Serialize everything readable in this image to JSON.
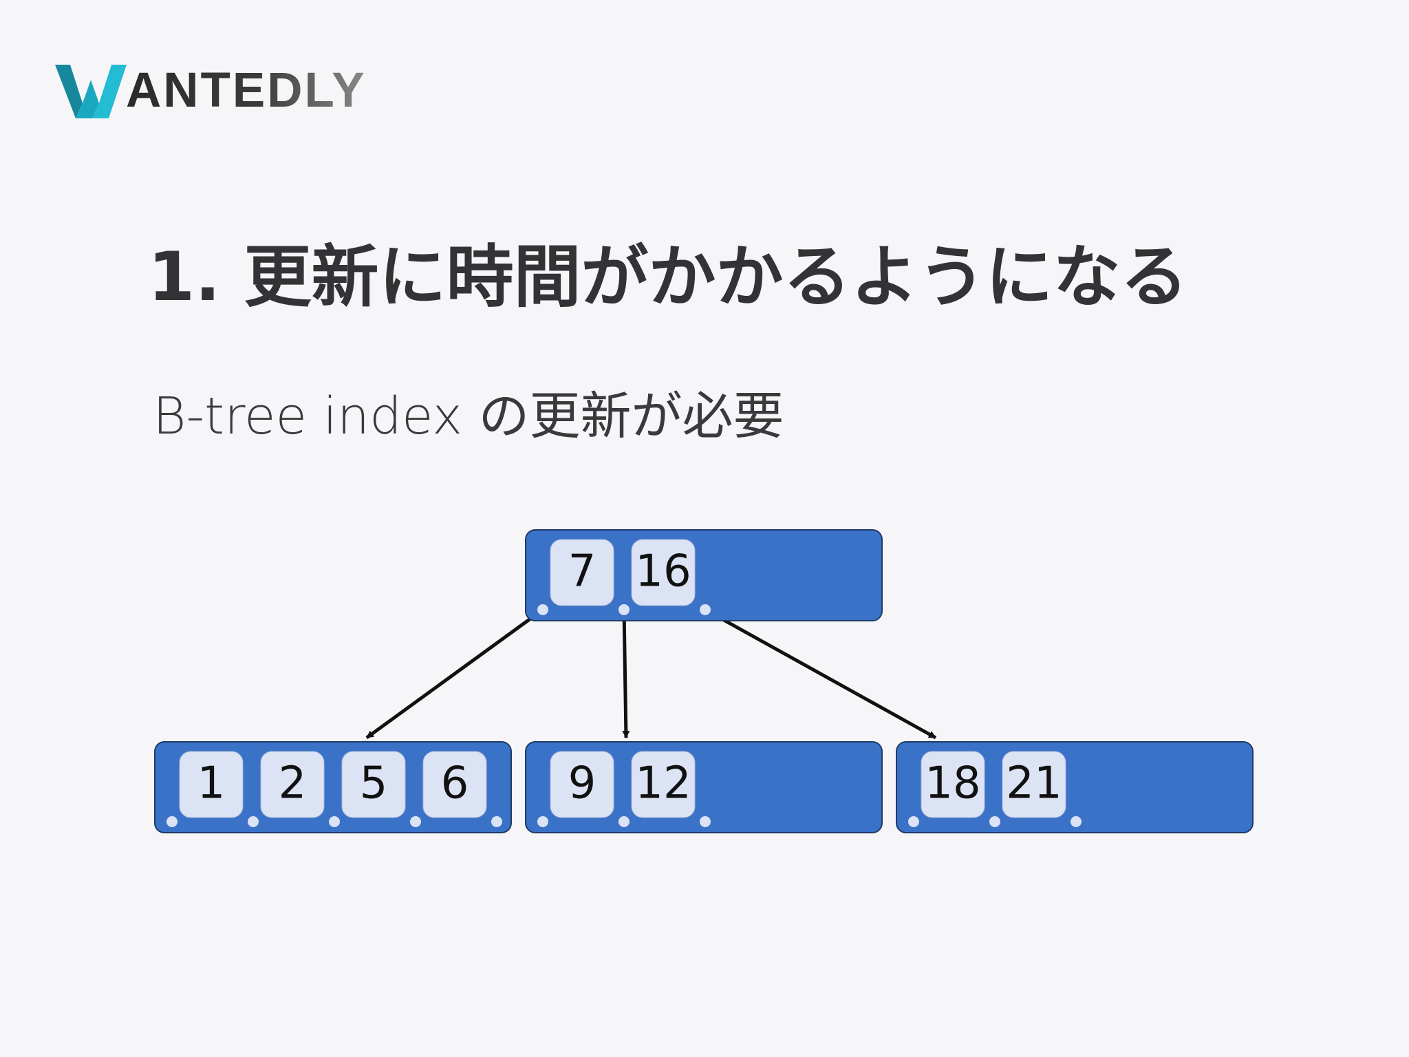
{
  "brand": {
    "name": "Wantedly",
    "logo_initial": "W",
    "logo_text": "ANTEDLY",
    "accent_color": "#1aa0b8"
  },
  "slide": {
    "title": "1. 更新に時間がかかるようになる",
    "subtitle": "B-tree index の更新が必要"
  },
  "diagram": {
    "type": "b-tree",
    "root": {
      "id": "root",
      "keys": [
        "7",
        "16"
      ]
    },
    "children": [
      {
        "id": "child-left",
        "keys": [
          "1",
          "2",
          "5",
          "6"
        ]
      },
      {
        "id": "child-middle",
        "keys": [
          "9",
          "12"
        ]
      },
      {
        "id": "child-right",
        "keys": [
          "18",
          "21"
        ]
      }
    ],
    "edges": [
      {
        "from": "root",
        "to": "child-left"
      },
      {
        "from": "root",
        "to": "child-middle"
      },
      {
        "from": "root",
        "to": "child-right"
      }
    ],
    "colors": {
      "node_fill": "#3a72c8",
      "key_fill": "#dbe3f4",
      "edge": "#111111"
    }
  }
}
